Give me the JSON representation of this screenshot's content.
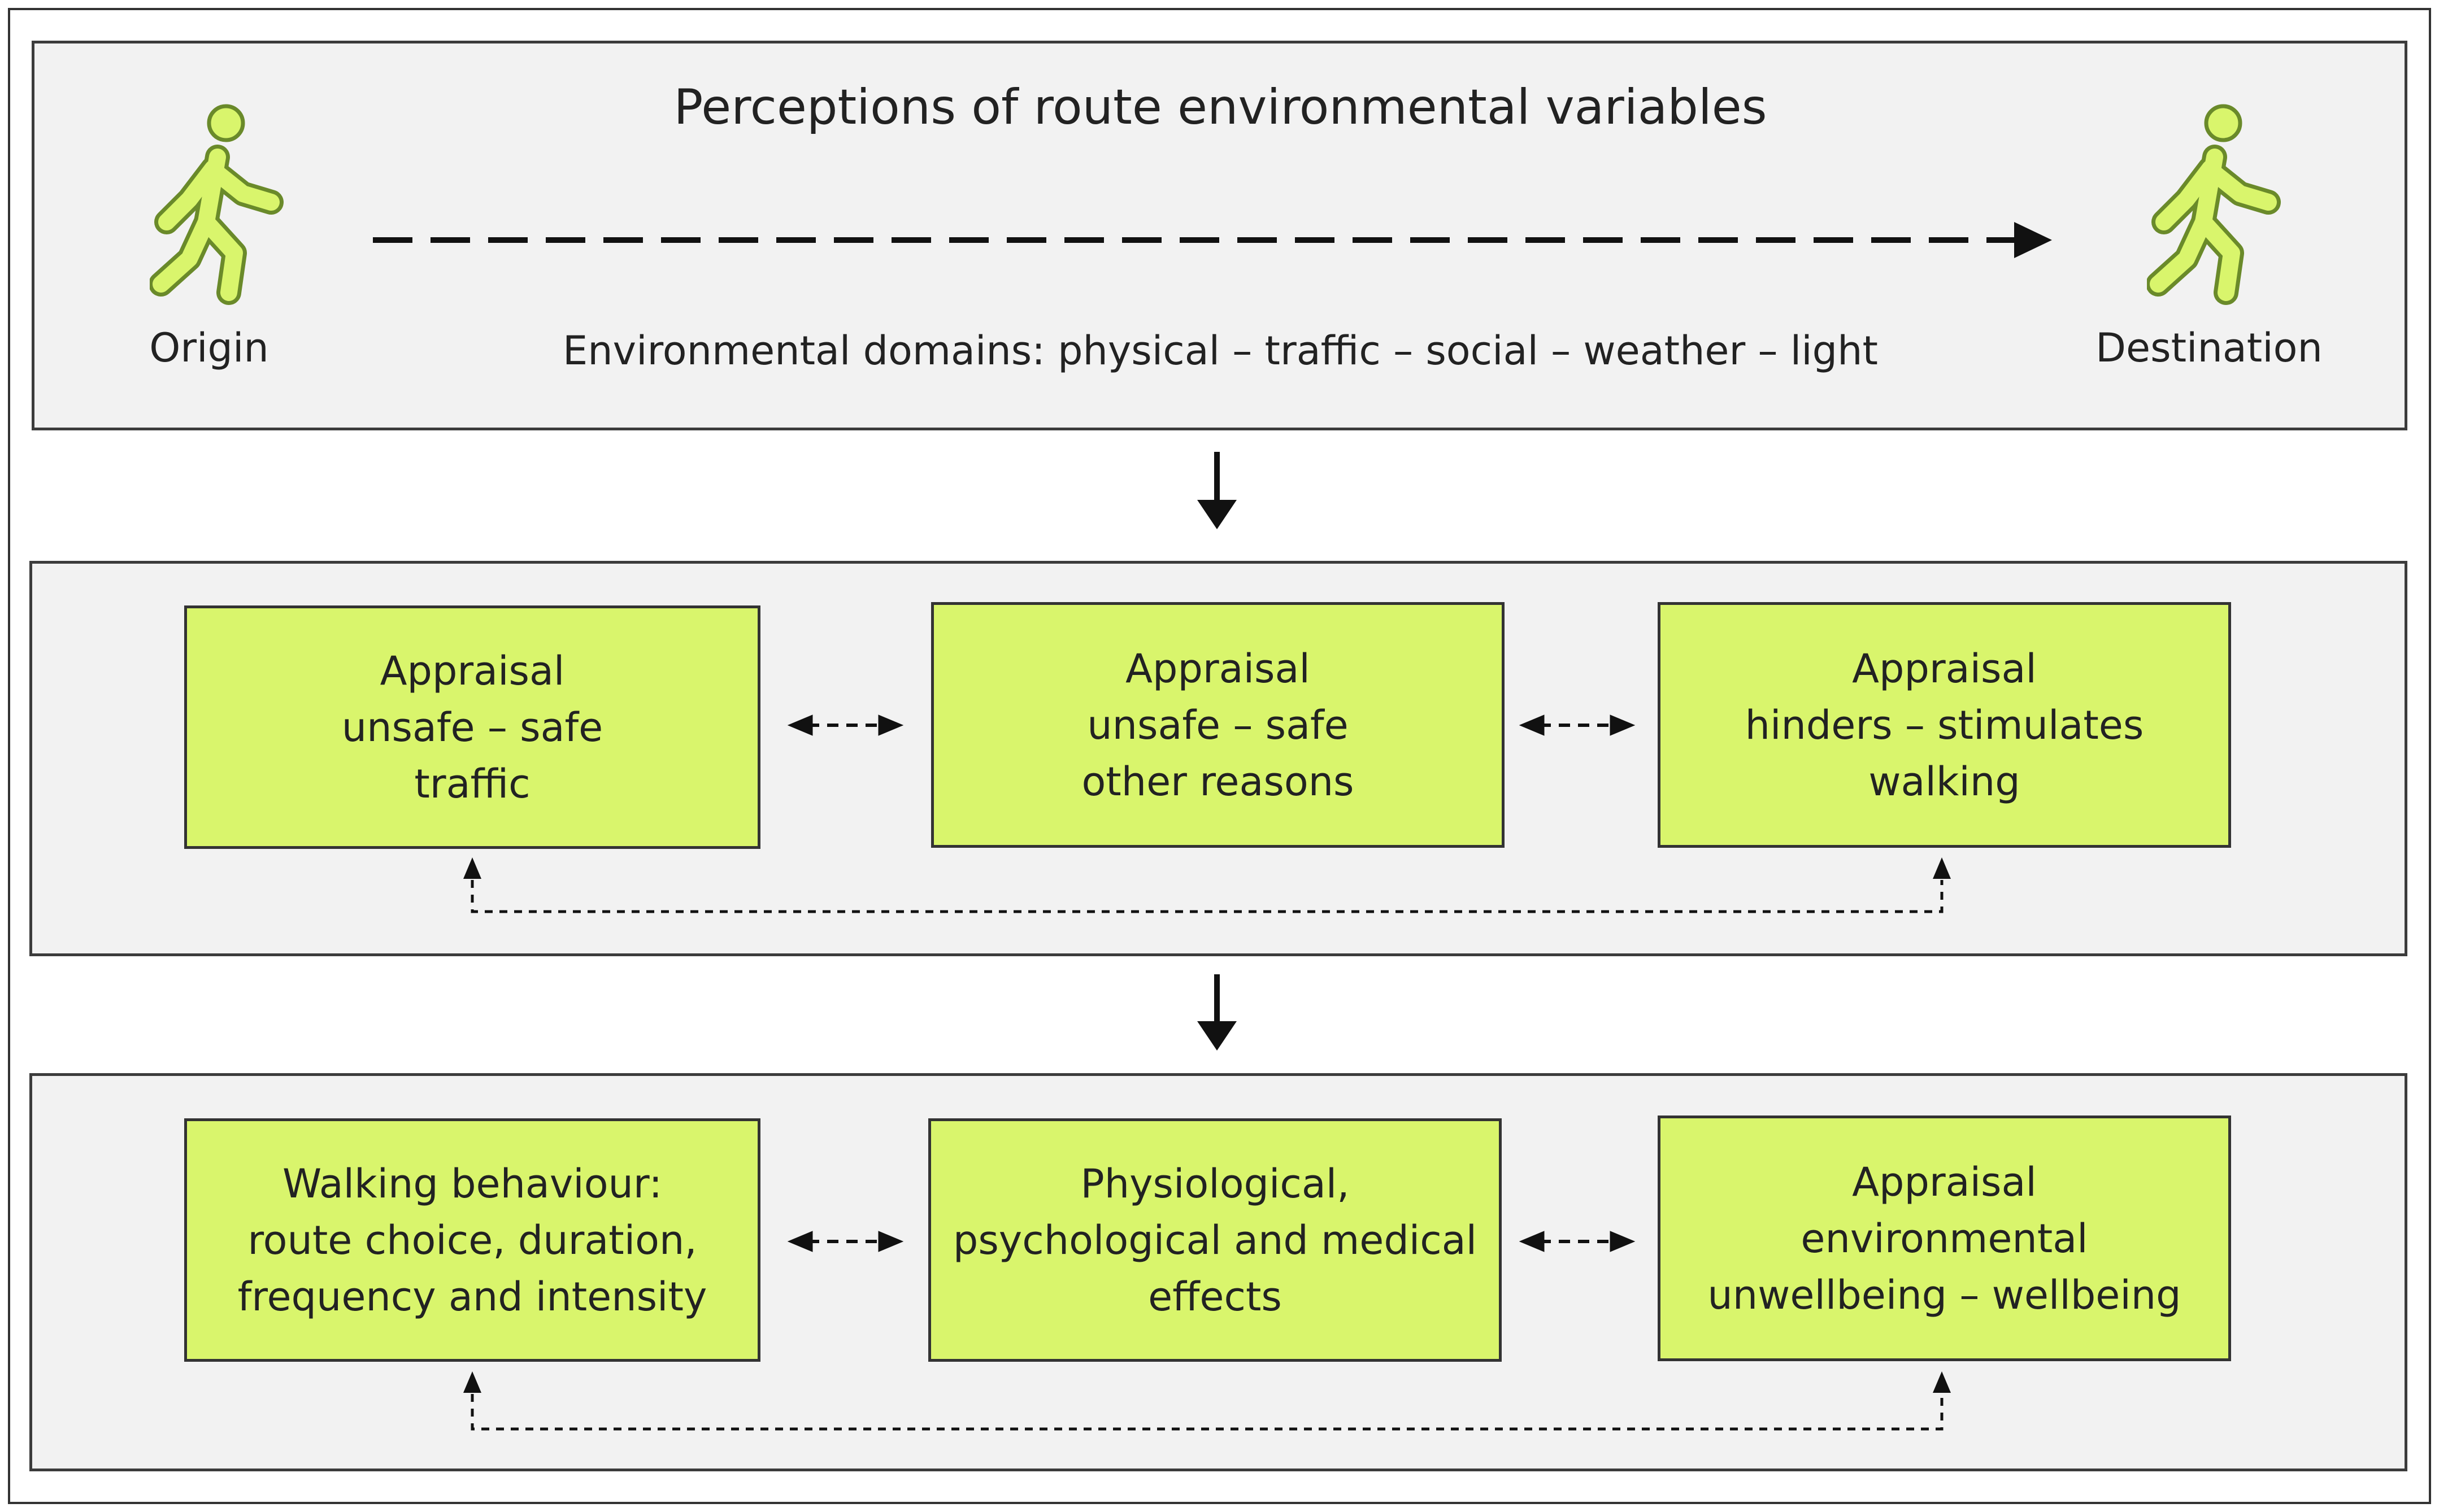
{
  "top_panel": {
    "title": "Perceptions of route environmental variables",
    "domains": "Environmental domains: physical – traffic – social – weather – light",
    "origin_label": "Origin",
    "destination_label": "Destination",
    "figure_color": "#d9f56c"
  },
  "appraisal_panel": {
    "boxes": [
      {
        "lines": [
          "Appraisal",
          "unsafe – safe",
          "traffic"
        ]
      },
      {
        "lines": [
          "Appraisal",
          "unsafe – safe",
          "other reasons"
        ]
      },
      {
        "lines": [
          "Appraisal",
          "hinders – stimulates",
          "walking"
        ]
      }
    ]
  },
  "outcome_panel": {
    "boxes": [
      {
        "lines": [
          "Walking behaviour:",
          "route choice, duration,",
          "frequency and intensity"
        ]
      },
      {
        "lines": [
          "Physiological,",
          "psychological and medical",
          "effects"
        ]
      },
      {
        "lines": [
          "Appraisal",
          "environmental",
          "unwellbeing – wellbeing"
        ]
      }
    ]
  },
  "colors": {
    "box_fill": "#d9f56c",
    "panel_fill": "#f2f2f2",
    "border": "#333333"
  }
}
